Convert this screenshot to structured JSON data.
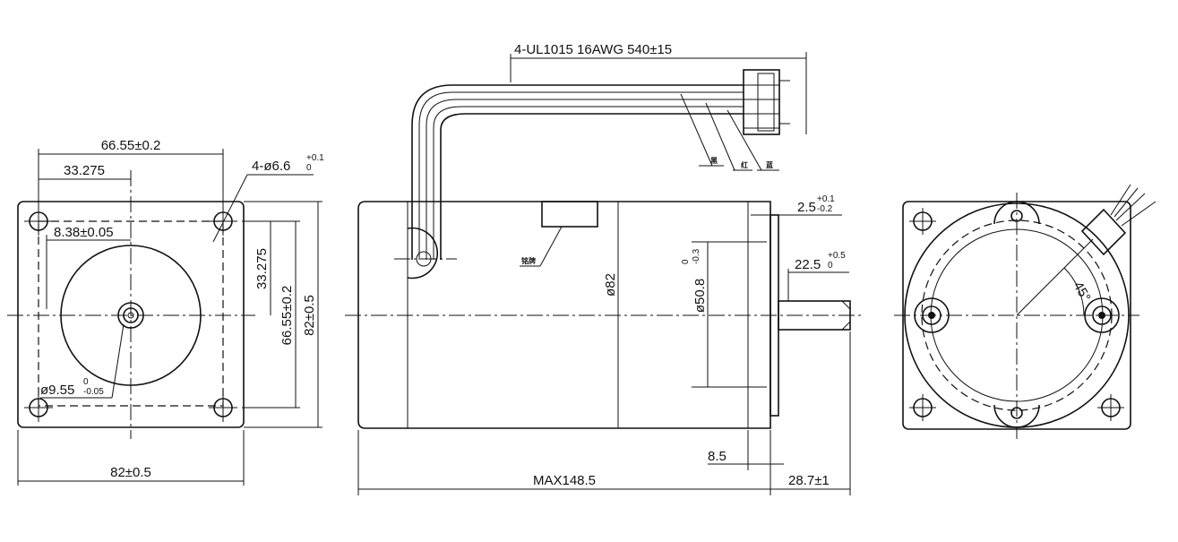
{
  "front_view": {
    "dim_hole_spacing_top": "66.55±0.2",
    "dim_half_spacing_top": "33.275",
    "dim_mount_holes": "4-ø6.6",
    "dim_mount_holes_tol_upper": "+0.1",
    "dim_mount_holes_tol_lower": "0",
    "dim_shaft_offset": "8.38±0.05",
    "dim_half_spacing_side": "33.275",
    "dim_hole_spacing_side": "66.55±0.2",
    "dim_flange_height": "82±0.5",
    "dim_shaft_dia": "ø9.55",
    "dim_shaft_dia_tol_upper": "0",
    "dim_shaft_dia_tol_lower": "-0.05",
    "dim_flange_width": "82±0.5"
  },
  "side_view": {
    "wire_spec": "4-UL1015 16AWG   540±15",
    "wire_label_1": "黑",
    "wire_label_2": "红",
    "wire_label_3": "蓝",
    "nameplate_label": "铭牌",
    "dim_body_dia": "ø82",
    "dim_pilot_dia": "ø50.8",
    "dim_pilot_tol_upper": "0",
    "dim_pilot_tol_lower": "-0.3",
    "dim_pilot_depth": "2.5",
    "dim_pilot_depth_tol_upper": "+0.1",
    "dim_pilot_depth_tol_lower": "-0.2",
    "dim_key_len": "22.5",
    "dim_key_len_tol_upper": "+0.5",
    "dim_key_len_tol_lower": "0",
    "dim_flange_thk": "8.5",
    "dim_body_len": "MAX148.5",
    "dim_shaft_len": "28.7±1"
  },
  "rear_view": {
    "angle_label": "45°"
  }
}
